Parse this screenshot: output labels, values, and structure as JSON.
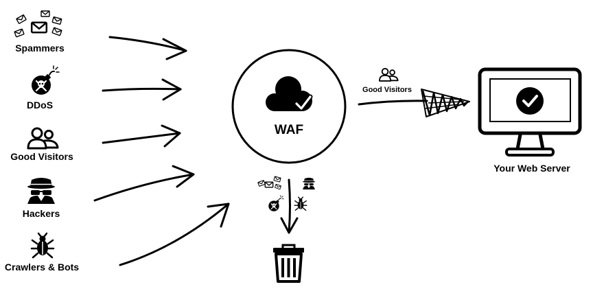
{
  "sources": [
    {
      "label": "Spammers",
      "icon": "envelopes-icon"
    },
    {
      "label": "DDoS",
      "icon": "bomb-icon"
    },
    {
      "label": "Good Visitors",
      "icon": "users-icon"
    },
    {
      "label": "Hackers",
      "icon": "spy-icon"
    },
    {
      "label": "Crawlers & Bots",
      "icon": "bug-icon"
    }
  ],
  "waf": {
    "label": "WAF",
    "icon": "cloud-check-icon"
  },
  "allowed": {
    "label": "Good Visitors",
    "icon": "users-icon"
  },
  "server": {
    "label": "Your Web Server",
    "icon": "monitor-check-icon"
  },
  "blocked": {
    "icons": [
      "envelopes-icon",
      "spy-icon",
      "bomb-icon",
      "bug-icon"
    ],
    "destination_icon": "trash-icon"
  },
  "colors": {
    "ink": "#000000",
    "background": "#ffffff"
  }
}
